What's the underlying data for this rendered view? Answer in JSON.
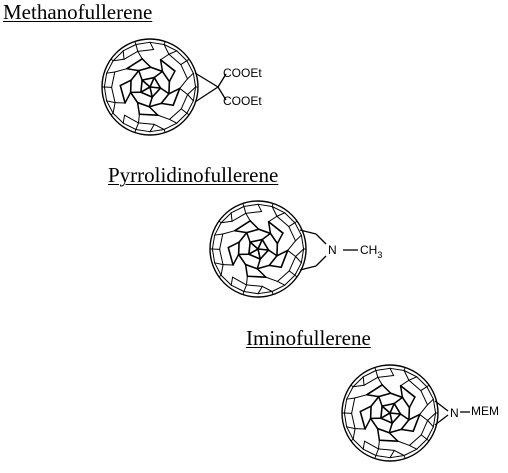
{
  "diagram": {
    "colors": {
      "ink": "#000000",
      "background": "#ffffff"
    },
    "sections": [
      {
        "title": "Methanofullerene",
        "substituent_labels": [
          "COOEt",
          "COOEt"
        ]
      },
      {
        "title": "Pyrrolidinofullerene",
        "substituent_labels": [
          "N",
          "CH",
          "3"
        ]
      },
      {
        "title": "Iminofullerene",
        "substituent_labels": [
          "N",
          "MEM"
        ]
      }
    ]
  }
}
